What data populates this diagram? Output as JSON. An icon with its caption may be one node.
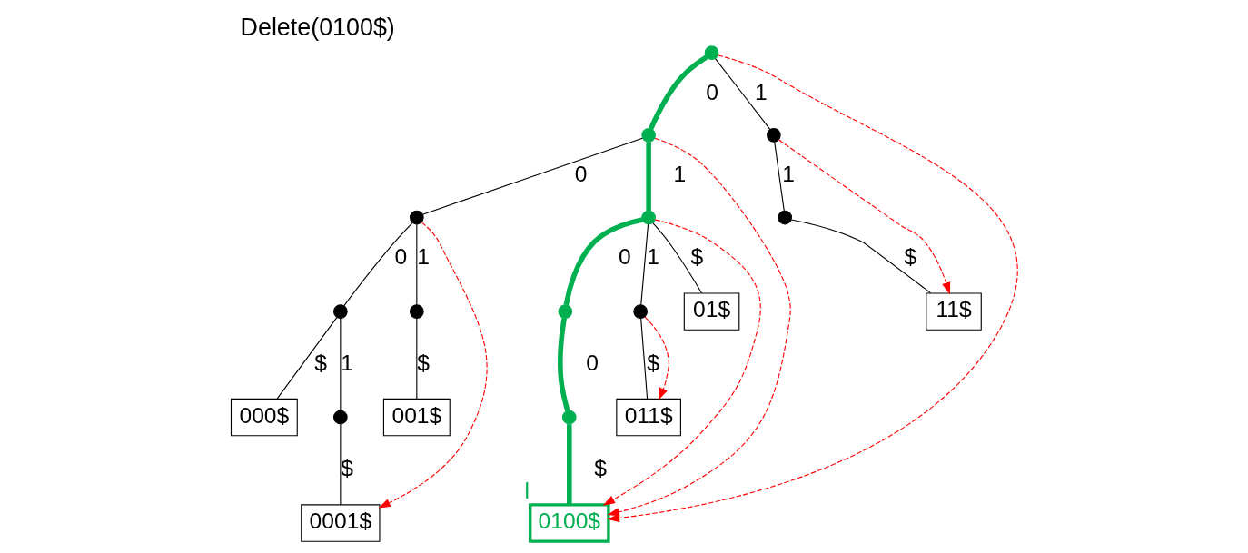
{
  "diagram": {
    "title": "Delete(0100$)",
    "nodes": [
      {
        "text": [],
        "shape": "circle"
      },
      {
        "text": [],
        "shape": "circle"
      },
      {
        "text": [],
        "shape": "circle"
      },
      {
        "text": [],
        "shape": "circle"
      },
      {
        "text": [],
        "shape": "circle"
      },
      {
        "text": [],
        "shape": "circle"
      },
      {
        "text": [],
        "shape": "circle"
      },
      {
        "text": [],
        "shape": "circle"
      },
      {
        "text": [],
        "shape": "circle"
      },
      {
        "text": [],
        "shape": "circle"
      },
      {
        "text": [
          "000$"
        ]
      },
      {
        "text": [],
        "shape": "circle"
      },
      {
        "text": [
          "001$"
        ]
      },
      {
        "text": [
          "01$"
        ]
      },
      {
        "text": [],
        "shape": "circle"
      },
      {
        "text": [
          "011$"
        ]
      },
      {
        "text": [
          "11$"
        ]
      },
      {
        "text": [
          "0001$"
        ]
      },
      {
        "text": [
          "0100$"
        ],
        "beside": [
          "l"
        ]
      }
    ],
    "edges": [
      {
        "from": 0,
        "to": 1,
        "arrow": "none",
        "label": "0",
        "style": "thick",
        "color": "#00b050"
      },
      {
        "from": 0,
        "to": 2,
        "arrow": "none",
        "label": "1"
      },
      {
        "from": 1,
        "to": 3,
        "arrow": "none",
        "label": "0"
      },
      {
        "from": 1,
        "to": 4,
        "arrow": "none",
        "label": "1",
        "style": "thick",
        "color": "#00b050"
      },
      {
        "from": 3,
        "to": 5,
        "arrow": "none",
        "label": "0"
      },
      {
        "from": 3,
        "to": 6,
        "arrow": "none",
        "label": "1"
      },
      {
        "from": 5,
        "to": 10,
        "arrow": "none",
        "label": "$"
      },
      {
        "from": 5,
        "to": 11,
        "arrow": "none",
        "label": "1"
      },
      {
        "from": 11,
        "to": 17,
        "arrow": "none",
        "label": "$"
      },
      {
        "from": 6,
        "to": 12,
        "arrow": "none",
        "label": "$"
      },
      {
        "from": 4,
        "to": 13,
        "arrow": "none",
        "label": "$"
      },
      {
        "from": 4,
        "to": 7,
        "arrow": "none",
        "label": "0",
        "style": "thick",
        "color": "#00b050"
      },
      {
        "from": 4,
        "to": 8,
        "arrow": "none",
        "label": "1"
      },
      {
        "from": 7,
        "to": 14,
        "arrow": "none",
        "label": "0",
        "style": "thick",
        "color": "#00b050"
      },
      {
        "from": 14,
        "to": 18,
        "arrow": "none",
        "label": "$",
        "style": "thick",
        "color": "#00b050"
      },
      {
        "from": 8,
        "to": 15,
        "arrow": "none",
        "label": "$"
      },
      {
        "from": 2,
        "to": 9,
        "arrow": "none",
        "label": "1"
      },
      {
        "from": 9,
        "to": 16,
        "arrow": "none",
        "label": "$"
      },
      {
        "from": 3,
        "to": 17,
        "arrow": "to",
        "style": "dashed",
        "color": "#ff0000"
      },
      {
        "from": 1,
        "to": 18,
        "arrow": "to",
        "style": "dashed",
        "color": "#ff0000"
      },
      {
        "from": 4,
        "to": 18,
        "arrow": "to",
        "style": "dashed",
        "color": "#ff0000"
      },
      {
        "from": 0,
        "to": 18,
        "arrow": "to",
        "style": "dashed",
        "color": "#ff0000"
      },
      {
        "from": 8,
        "to": 15,
        "arrow": "to",
        "style": "dashed",
        "color": "#ff0000"
      },
      {
        "from": 2,
        "to": 16,
        "arrow": "to",
        "style": "dashed",
        "color": "#ff0000"
      }
    ]
  }
}
